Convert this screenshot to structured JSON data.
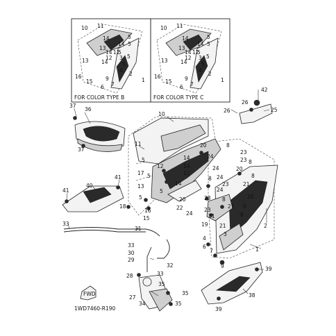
{
  "inset_b": {
    "caption": "FOR COLOR TYPE B"
  },
  "inset_c": {
    "caption": "FOR COLOR TYPE C"
  },
  "fwd_label": "FWD",
  "drawing_code": "1WD7460-R190",
  "callouts": {
    "n1": "1",
    "n2": "2",
    "n3": "3",
    "n4": "4",
    "n5": "5",
    "n6": "6",
    "n7": "7",
    "n8": "8",
    "n9": "9",
    "n10": "10",
    "n11": "11",
    "n12": "12",
    "n13": "13",
    "n14": "14",
    "n15": "15",
    "n16": "16",
    "n17": "17",
    "n18": "18",
    "n19": "19",
    "n20": "20",
    "n21": "21",
    "n22": "22",
    "n23": "23",
    "n24": "24",
    "n25": "25",
    "n26": "26",
    "n27": "27",
    "n28": "28",
    "n29": "29",
    "n30": "30",
    "n31": "31",
    "n32": "32",
    "n33": "33",
    "n34": "34",
    "n35": "35",
    "n36": "36",
    "n37": "37",
    "n38": "38",
    "n39": "39",
    "n40": "40",
    "n41": "41",
    "n42": "42"
  }
}
